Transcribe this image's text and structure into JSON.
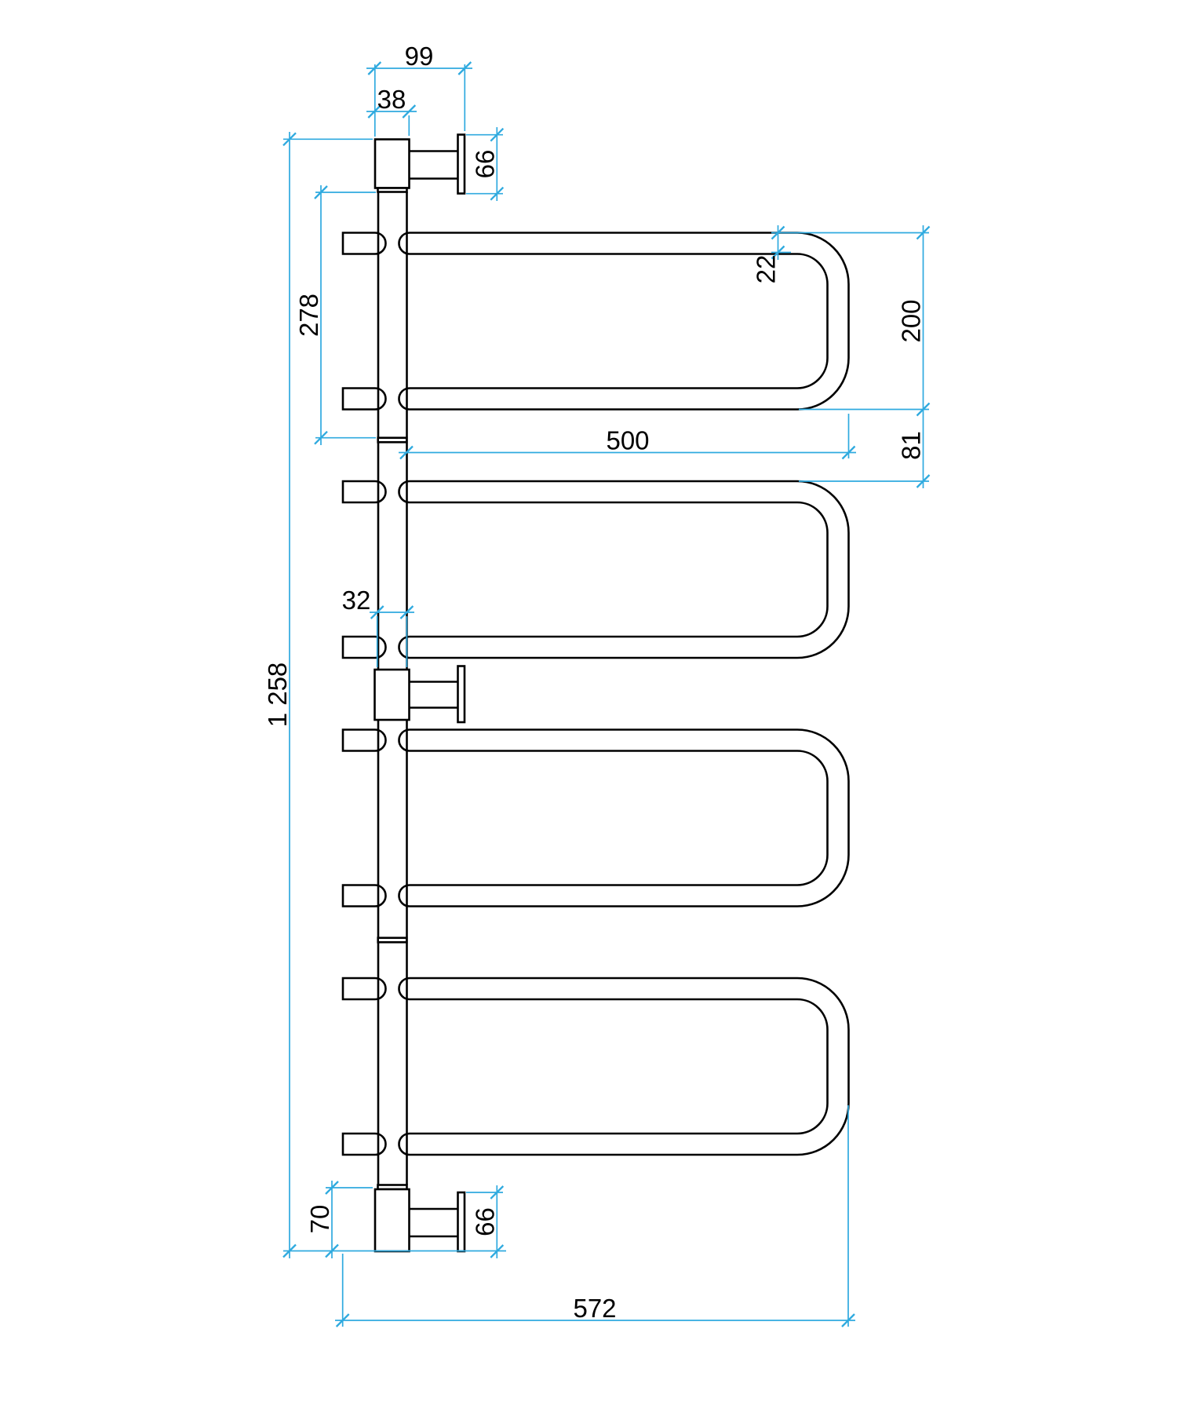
{
  "page": {
    "background": "#ffffff"
  },
  "drawing": {
    "object": "wall-mounted towel rail, front elevation technical drawing",
    "outline_color": "#000000",
    "dimension_color": "#2FAADF",
    "text_color": "#000000"
  },
  "dims": {
    "bracket_offset": "99",
    "bracket_width": "38",
    "top_flange_height": "66",
    "top_section_height": "278",
    "tube_diameter": "22",
    "loop_height": "200",
    "loop_length": "500",
    "loop_gap": "81",
    "pipe_width": "32",
    "overall_height": "1 258",
    "bottom_bracket_height": "70",
    "bottom_flange_height": "66",
    "overall_width": "572"
  }
}
